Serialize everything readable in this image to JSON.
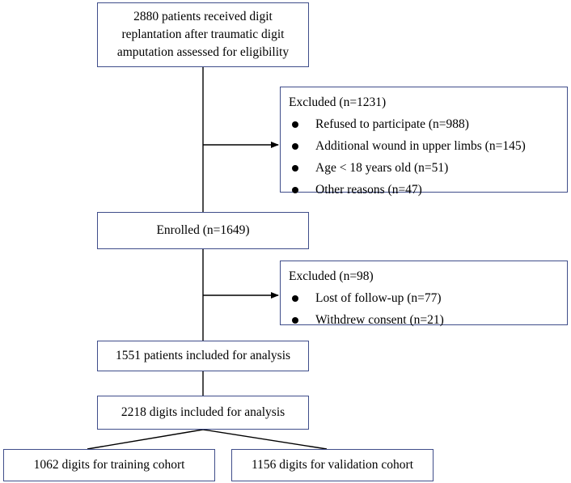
{
  "flowchart": {
    "assessed": {
      "lines": [
        "2880 patients received digit",
        "replantation after traumatic digit",
        "amputation assessed for eligibility"
      ]
    },
    "excluded_1": {
      "title": "Excluded (n=1231)",
      "items": [
        "Refused to participate (n=988)",
        "Additional wound in upper limbs (n=145)",
        "Age < 18 years old (n=51)",
        "Other reasons (n=47)"
      ]
    },
    "enrolled": {
      "label": "Enrolled (n=1649)"
    },
    "excluded_2": {
      "title": "Excluded (n=98)",
      "items": [
        "Lost of follow-up (n=77)",
        "Withdrew consent (n=21)"
      ]
    },
    "patients_analysis": {
      "label": "1551 patients included for analysis"
    },
    "digits_analysis": {
      "label": "2218 digits included for analysis"
    },
    "training": {
      "label": "1062 digits for training cohort"
    },
    "validation": {
      "label": "1156 digits for validation cohort"
    }
  }
}
